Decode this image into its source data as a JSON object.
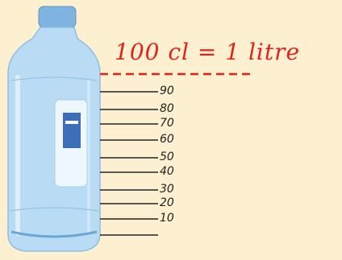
{
  "title": "100 cl = 1 litre",
  "scale_marks": [
    "90",
    "80",
    "70",
    "60",
    "50",
    "40",
    "30",
    "20",
    "10",
    ""
  ],
  "colors": {
    "background": "#fdf0d0",
    "title": "#e2231a",
    "bottle": "#9ccbea",
    "cap": "#7fb3e0",
    "lines": "#222222"
  }
}
